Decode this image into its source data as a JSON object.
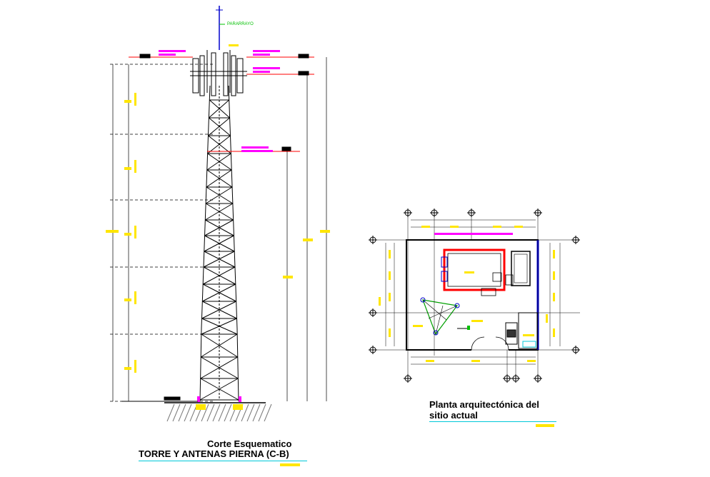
{
  "tower_section": {
    "title_line1": "Corte Esquematico",
    "title_line2": "TORRE Y ANTENAS PIERNA (C-B)",
    "top_label": "PARARRAYO"
  },
  "site_plan": {
    "title_line1": "Planta arquitectónica del",
    "title_line2": "sitio actual"
  },
  "colors": {
    "line": "#000000",
    "dimension": "#ffe600",
    "annotation": "#ff00ff",
    "underline": "#00c8d8",
    "wall_red": "#ff0000",
    "wall_blue": "#0000cc",
    "accent_green": "#00c000"
  }
}
